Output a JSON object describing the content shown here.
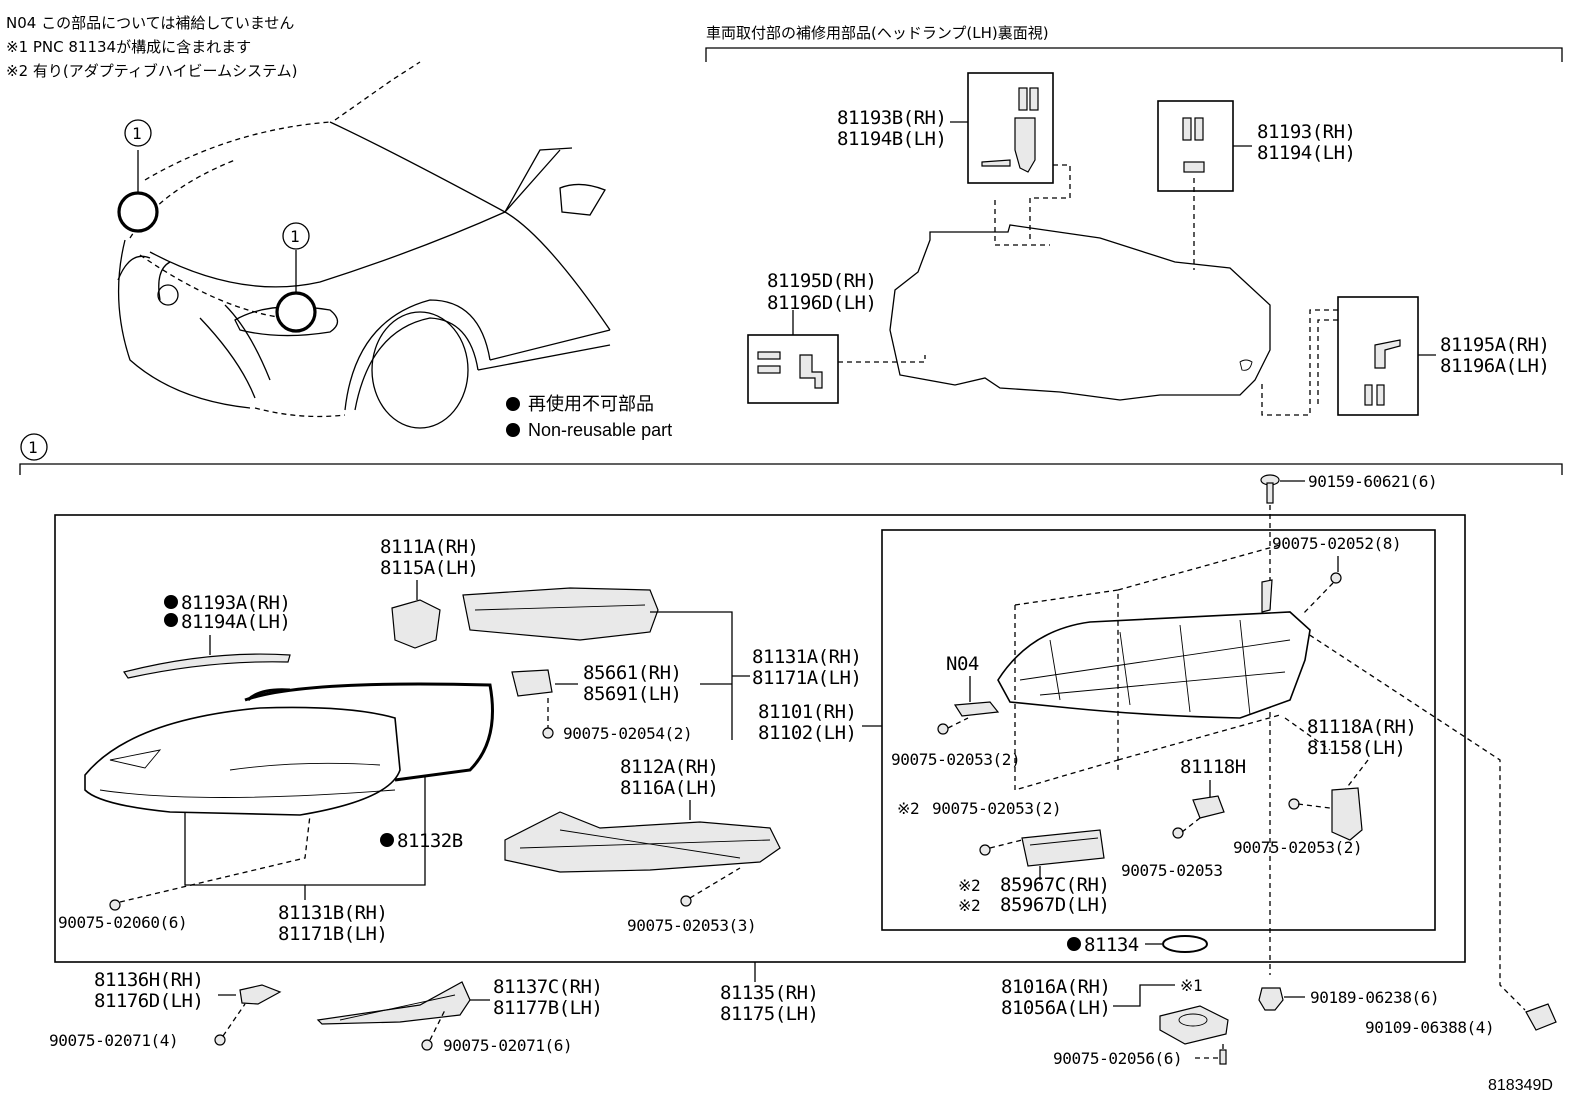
{
  "notes": {
    "n04": "N04  この部品については補給していません",
    "m1": "※1 PNC 81134が構成に含まれます",
    "m2": "※2 有り(アダプティブハイビームシステム)"
  },
  "rear_title": "車両取付部の補修用部品(ヘッドランプ(LH)裏面視)",
  "section_marker": "1",
  "callout_1a": "1",
  "callout_1b": "1",
  "legend": {
    "jp": "再使用不可部品",
    "en": "Non-reusable part"
  },
  "parts": {
    "p81193B": "81193B(RH)",
    "p81194B": "81194B(LH)",
    "p81193": "81193(RH)",
    "p81194": "81194(LH)",
    "p81195D": "81195D(RH)",
    "p81196D": "81196D(LH)",
    "p81195A": "81195A(RH)",
    "p81196A": "81196A(LH)",
    "p90159": "90159-60621(6)",
    "p90075_02052": "90075-02052(8)",
    "p8111A": "8111A(RH)",
    "p8115A": "8115A(LH)",
    "p81193A": "81193A(RH)",
    "p81194A": "81194A(LH)",
    "p85661": "85661(RH)",
    "p85691": "85691(LH)",
    "p81131A": "81131A(RH)",
    "p81171A": "81171A(LH)",
    "p81101": "81101(RH)",
    "p81102": "81102(LH)",
    "p90075_02054": "90075-02054(2)",
    "pN04": "N04",
    "p90075_02053_2a": "90075-02053(2)",
    "p81118A": "81118A(RH)",
    "p81158": "81158(LH)",
    "p81118H": "81118H",
    "p8112A": "8112A(RH)",
    "p8116A": "8116A(LH)",
    "p81132B": "81132B",
    "p90075_02053_2b": "90075-02053(2)",
    "mark2a": "※2",
    "p90075_02053_single": "90075-02053",
    "p90075_02053_2c": "90075-02053(2)",
    "p85967C": "85967C(RH)",
    "p85967D": "85967D(LH)",
    "mark2b": "※2",
    "mark2c": "※2",
    "p90075_02060": "90075-02060(6)",
    "p81131B": "81131B(RH)",
    "p81171B": "81171B(LH)",
    "p90075_02053_3": "90075-02053(3)",
    "p81134": "81134",
    "p81136H": "81136H(RH)",
    "p81176D": "81176D(LH)",
    "p81137C": "81137C(RH)",
    "p81177B": "81177B(LH)",
    "p81135": "81135(RH)",
    "p81175": "81175(LH)",
    "p81016A": "81016A(RH)",
    "p81056A": "81056A(LH)",
    "mark1": "※1",
    "p90189": "90189-06238(6)",
    "p90109": "90109-06388(4)",
    "p90075_02071_4": "90075-02071(4)",
    "p90075_02071_6": "90075-02071(6)",
    "p90075_02056": "90075-02056(6)"
  },
  "diagram_code": "818349D"
}
